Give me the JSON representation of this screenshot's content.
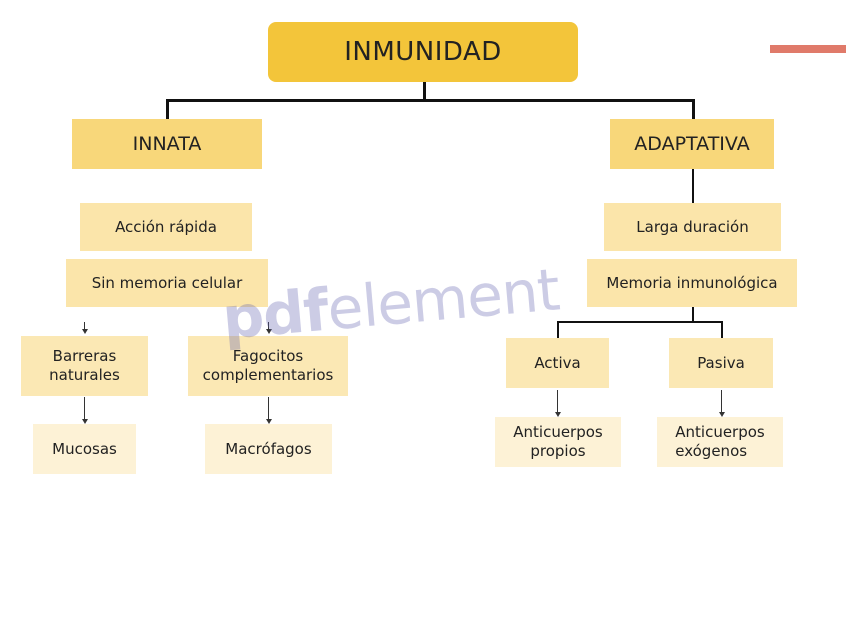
{
  "root": {
    "label": "INMUNIDAD"
  },
  "innata": {
    "label": "INNATA",
    "traits": [
      "Acción rápida",
      "Sin memoria celular"
    ],
    "children": [
      {
        "label": "Barreras\nnaturales",
        "child": "Mucosas"
      },
      {
        "label": "Fagocitos\ncomplementarios",
        "child": "Macrófagos"
      }
    ]
  },
  "adaptativa": {
    "label": "ADAPTATIVA",
    "traits": [
      "Larga duración",
      "Memoria inmunológica"
    ],
    "children": [
      {
        "label": "Activa",
        "child": "Anticuerpos\npropios"
      },
      {
        "label": "Pasiva",
        "child": "Anticuerpos\nexógenos"
      }
    ]
  },
  "watermark": {
    "text_bold": "pdf",
    "text_light": "element"
  },
  "colors": {
    "root": "#f3c53a",
    "level1": "#f8d77a",
    "level2": "#fbe5aa",
    "leaf": "#fdf2d6",
    "connector": "#111111"
  }
}
